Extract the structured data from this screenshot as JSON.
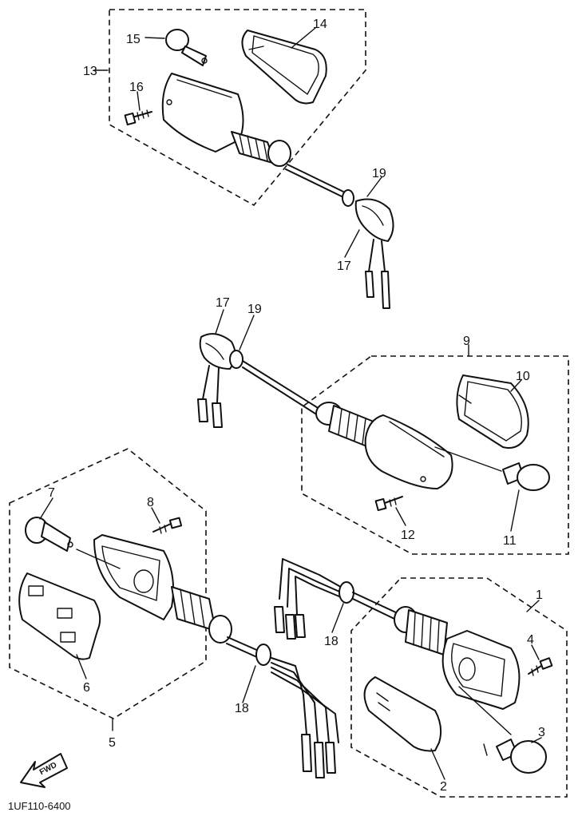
{
  "diagram": {
    "callouts": [
      "1",
      "2",
      "3",
      "4",
      "5",
      "6",
      "7",
      "8",
      "9",
      "10",
      "11",
      "12",
      "13",
      "14",
      "15",
      "16",
      "17",
      "18",
      "19"
    ],
    "fwd_label": "FWD",
    "part_code": "1UF110-6400"
  }
}
